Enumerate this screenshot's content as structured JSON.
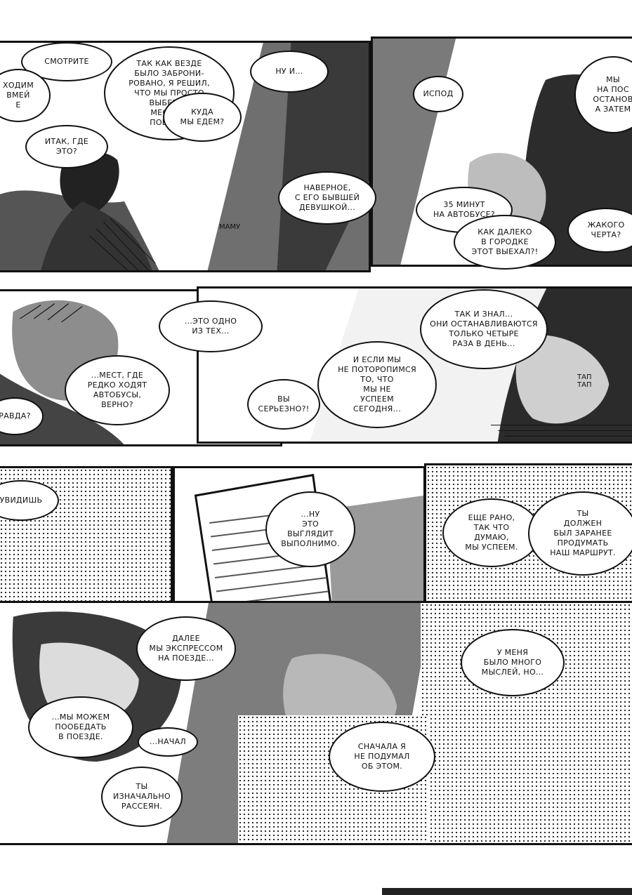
{
  "page": {
    "colors": {
      "ink": "#111111",
      "paper": "#ffffff",
      "screentone": "#222222"
    }
  },
  "row1": {
    "b_smotrite": "СМОТРИТЕ",
    "b_left_cut": "ХОДИМ\nВМЕЙ\nЕ",
    "b_itak": "ИТАК, ГДЕ ЭТО?",
    "b_tak_kak": "ТАК КАК ВЕЗДЕ\nБЫЛО ЗАБРОНИ-\nРОВАНО, Я РЕШИЛ,\nЧТО МЫ ПРОСТО\nВЫБЕРЕМ\nМЕСТО И\nПОЕДЕМ!",
    "b_kuda": "КУДА\nМЫ ЕДЕМ?",
    "b_nu_i": "НУ И...",
    "b_navernoe": "НАВЕРНОЕ,\nС ЕГО БЫВШЕЙ\nДЕВУШКОЙ...",
    "sfx_mamu": "МАМУ",
    "b_ispod": "ИСПОД",
    "b_my_na": "МЫ\nНА ПОС\nОСТАНОВ\nА ЗАТЕМ",
    "b_35": "35 МИНУТ\nНА АВТОБУСЕ?",
    "b_kak_daleko": "КАК ДАЛЕКО\nВ ГОРОДКЕ\nЭТОТ ВЫЕХАЛ?!",
    "b_right_cut": "ЖАКОГО\nЧЕРТА?"
  },
  "row2": {
    "b_eto_odno": "...ЭТО ОДНО\nИЗ ТЕХ...",
    "b_mest": "...МЕСТ, ГДЕ\nРЕДКО ХОДЯТ\nАВТОБУСЫ,\nВЕРНО?",
    "b_pravda": "РАВДА?",
    "b_vy_serezno": "ВЫ\nСЕРЬЕЗНО?!",
    "b_i_esli": "И ЕСЛИ МЫ\nНЕ ПОТОРОПИМСЯ\nТО, ЧТО\nМЫ НЕ\nУСПЕЕМ\nСЕГОДНЯ...",
    "b_tak_i_znal": "ТАК И ЗНАЛ...\nОНИ ОСТАНАВЛИВАЮТСЯ\nТОЛЬКО ЧЕТЫРЕ\nРАЗА В ДЕНЬ...",
    "sfx_tap": "ТАП\nТАП"
  },
  "row3": {
    "b_uvidish": "УВИДИШЬ",
    "b_nu_eto": "...НУ\nЭТО\nВЫГЛЯДИТ\nВЫПОЛНИМО.",
    "b_esche_rano": "ЕЩЕ РАНО,\nТАК ЧТО\nДУМАЮ,\nМЫ УСПЕЕМ.",
    "b_ty_dolzhen": "ТЫ\nДОЛЖЕН\nБЫЛ ЗАРАНЕЕ\nПРОДУМАТЬ\nНАШ МАРШРУТ.",
    "b_dalee": "ДАЛЕЕ\nМЫ ЭКСПРЕССОМ\nНА ПОЕЗДЕ...",
    "b_u_menya": "У МЕНЯ\nБЫЛО МНОГО\nМЫСЛЕЙ, НО...",
    "b_my_mozhem": "...МЫ МОЖЕМ\nПООБЕДАТЬ\nВ ПОЕЗДЕ.",
    "b_ya_nachal": "...НАЧАЛ",
    "b_ty_nachalny": "ТЫ\nИЗНАЧАЛЬНО\nРАССЕЯН.",
    "b_snachala": "СНАЧАЛА Я\nНЕ ПОДУМАЛ\nОБ ЭТОМ."
  }
}
